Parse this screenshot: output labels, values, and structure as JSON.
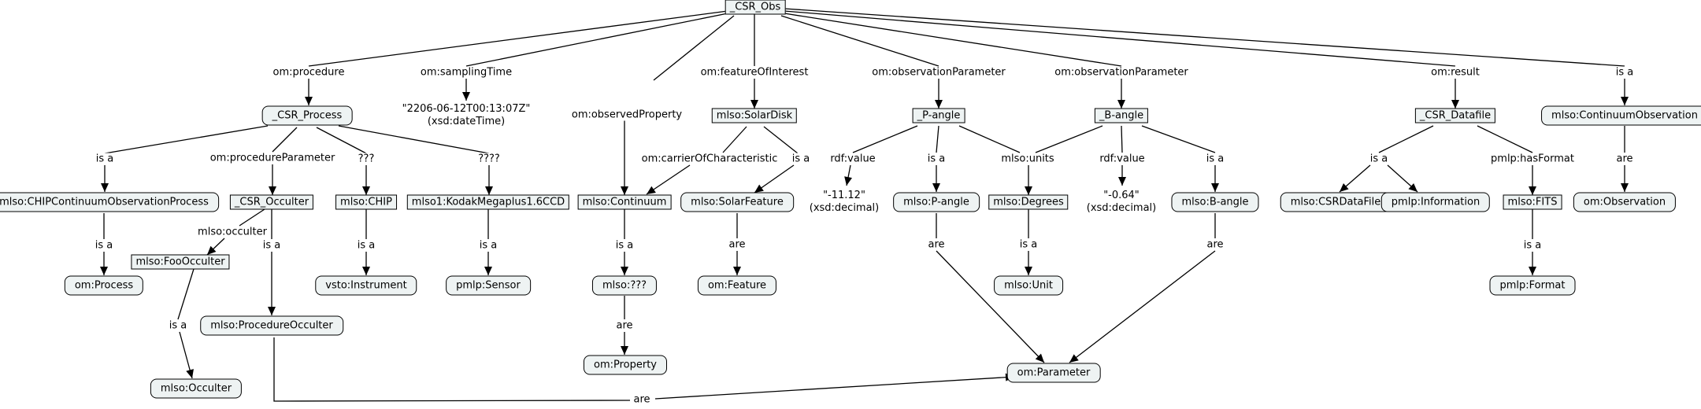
{
  "nodes": {
    "csr_obs": "_CSR_Obs",
    "csr_process": "_CSR_Process",
    "sampling_time": [
      "\"2206-06-12T00:13:07Z\"",
      "(xsd:dateTime)"
    ],
    "solar_disk": "mlso:SolarDisk",
    "p_angle": "_P-angle",
    "b_angle": "_B-angle",
    "csr_datafile": "_CSR_Datafile",
    "continuum_observation": "mlso:ContinuumObservation",
    "chip_cont_obs_process": "mlso:CHIPContinuumObservationProcess",
    "csr_occulter": "_CSR_Occulter",
    "chip": "mlso:CHIP",
    "kodak": "mlso1:KodakMegaplus1.6CCD",
    "continuum": "mlso:Continuum",
    "solar_feature": "mlso:SolarFeature",
    "p_angle_value": [
      "\"-11.12\"",
      "(xsd:decimal)"
    ],
    "mlso_p_angle": "mlso:P-angle",
    "degrees": "mlso:Degrees",
    "b_angle_value": [
      "\"-0.64\"",
      "(xsd:decimal)"
    ],
    "mlso_b_angle": "mlso:B-angle",
    "csr_datafile_class": "mlso:CSRDataFile",
    "pmlp_information": "pmlp:Information",
    "fits": "mlso:FITS",
    "om_observation": "om:Observation",
    "foo_occulter": "mlso:FooOcculter",
    "om_process": "om:Process",
    "vsto_instrument": "vsto:Instrument",
    "pmlp_sensor": "pmlp:Sensor",
    "mlso_unknown": "mlso:???",
    "om_feature": "om:Feature",
    "mlso_unit": "mlso:Unit",
    "pmlp_format": "pmlp:Format",
    "procedure_occulter": "mlso:ProcedureOcculter",
    "om_property": "om:Property",
    "om_parameter": "om:Parameter",
    "mlso_occulter": "mlso:Occulter"
  },
  "edge_labels": {
    "procedure": "om:procedure",
    "sampling_time": "om:samplingTime",
    "observed_property": "om:observedProperty",
    "feature_of_interest": "om:featureOfInterest",
    "obs_param_p": "om:observationParameter",
    "obs_param_b": "om:observationParameter",
    "result": "om:result",
    "obs_is_a": "is a",
    "proc_is_a": "is a",
    "procedure_parameter": "om:procedureParameter",
    "proc_qqq": "???",
    "proc_qqqq": "????",
    "carrier_of_characteristic": "om:carrierOfCharacteristic",
    "disk_is_a": "is a",
    "p_rdf_value": "rdf:value",
    "p_is_a": "is a",
    "units": "mlso:units",
    "b_rdf_value": "rdf:value",
    "b_is_a": "is a",
    "datafile_is_a": "is a",
    "has_format": "pmlp:hasFormat",
    "cont_obs_are": "are",
    "chip_proc_is_a": "is a",
    "occulter_rel": "mlso:occulter",
    "occ_is_a": "is a",
    "chip_is_a": "is a",
    "kodak_is_a": "is a",
    "continuum_is_a": "is a",
    "solar_feature_are": "are",
    "p_angle_are": "are",
    "degrees_is_a": "is a",
    "b_angle_are": "are",
    "fits_is_a": "is a",
    "foo_is_a": "is a",
    "unknown_are": "are",
    "proc_occ_are": "are"
  }
}
